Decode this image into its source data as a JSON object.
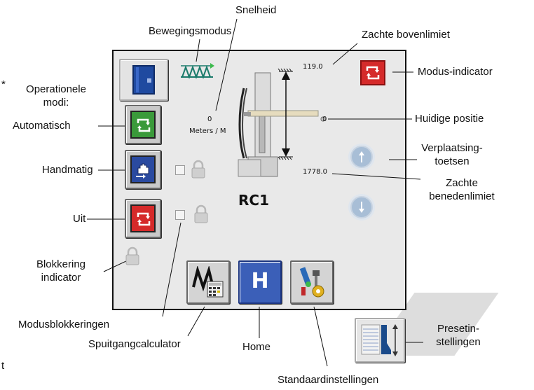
{
  "callouts": {
    "snelheid": "Snelheid",
    "bewegingsmodus": "Bewegingsmodus",
    "zachte_bovenlimiet": "Zachte bovenlimiet",
    "modus_indicator": "Modus-indicator",
    "operationele_line1": "Operationele",
    "operationele_line2": "modi:",
    "automatisch": "Automatisch",
    "huidige_positie": "Huidige positie",
    "verplaatsing_line1": "Verplaatsing-",
    "verplaatsing_line2": "toetsen",
    "handmatig": "Handmatig",
    "zachte_ben_line1": "Zachte",
    "zachte_ben_line2": "benedenlimiet",
    "uit": "Uit",
    "blokkering_line1": "Blokkering",
    "blokkering_line2": "indicator",
    "modusblokkeringen": "Modusblokkeringen",
    "spuitgangcalculator": "Spuitgangcalculator",
    "home": "Home",
    "standaardinstellingen": "Standaardinstellingen",
    "presetin_line1": "Presetin-",
    "presetin_line2": "stellingen",
    "edge_t": "t"
  },
  "screen": {
    "upper_limit_value": "119.0",
    "lower_limit_value": "1778.0",
    "current_position_value": "0",
    "speed_value": "0",
    "speed_unit": "Meters / M",
    "robot_name": "RC1",
    "home_button_label": "H"
  },
  "colors": {
    "automatic_green": "#3a9a3a",
    "manual_blue": "#2a4aa0",
    "off_red": "#d52a2a",
    "home_blue": "#3b5fb8",
    "panel_bg": "#e9e9e9"
  },
  "icons": {
    "manual_book": "book-icon",
    "movement_mode": "wave-arrow-icon",
    "automatic": "cycle-arrows-icon",
    "manual": "hand-icon",
    "off": "cycle-arrows-icon",
    "lock": "lock-icon",
    "jog": "arrow-icon",
    "spray_calculator": "calculator-icon",
    "home": "home-icon",
    "default_settings": "tools-icon",
    "presets": "preset-icon"
  }
}
